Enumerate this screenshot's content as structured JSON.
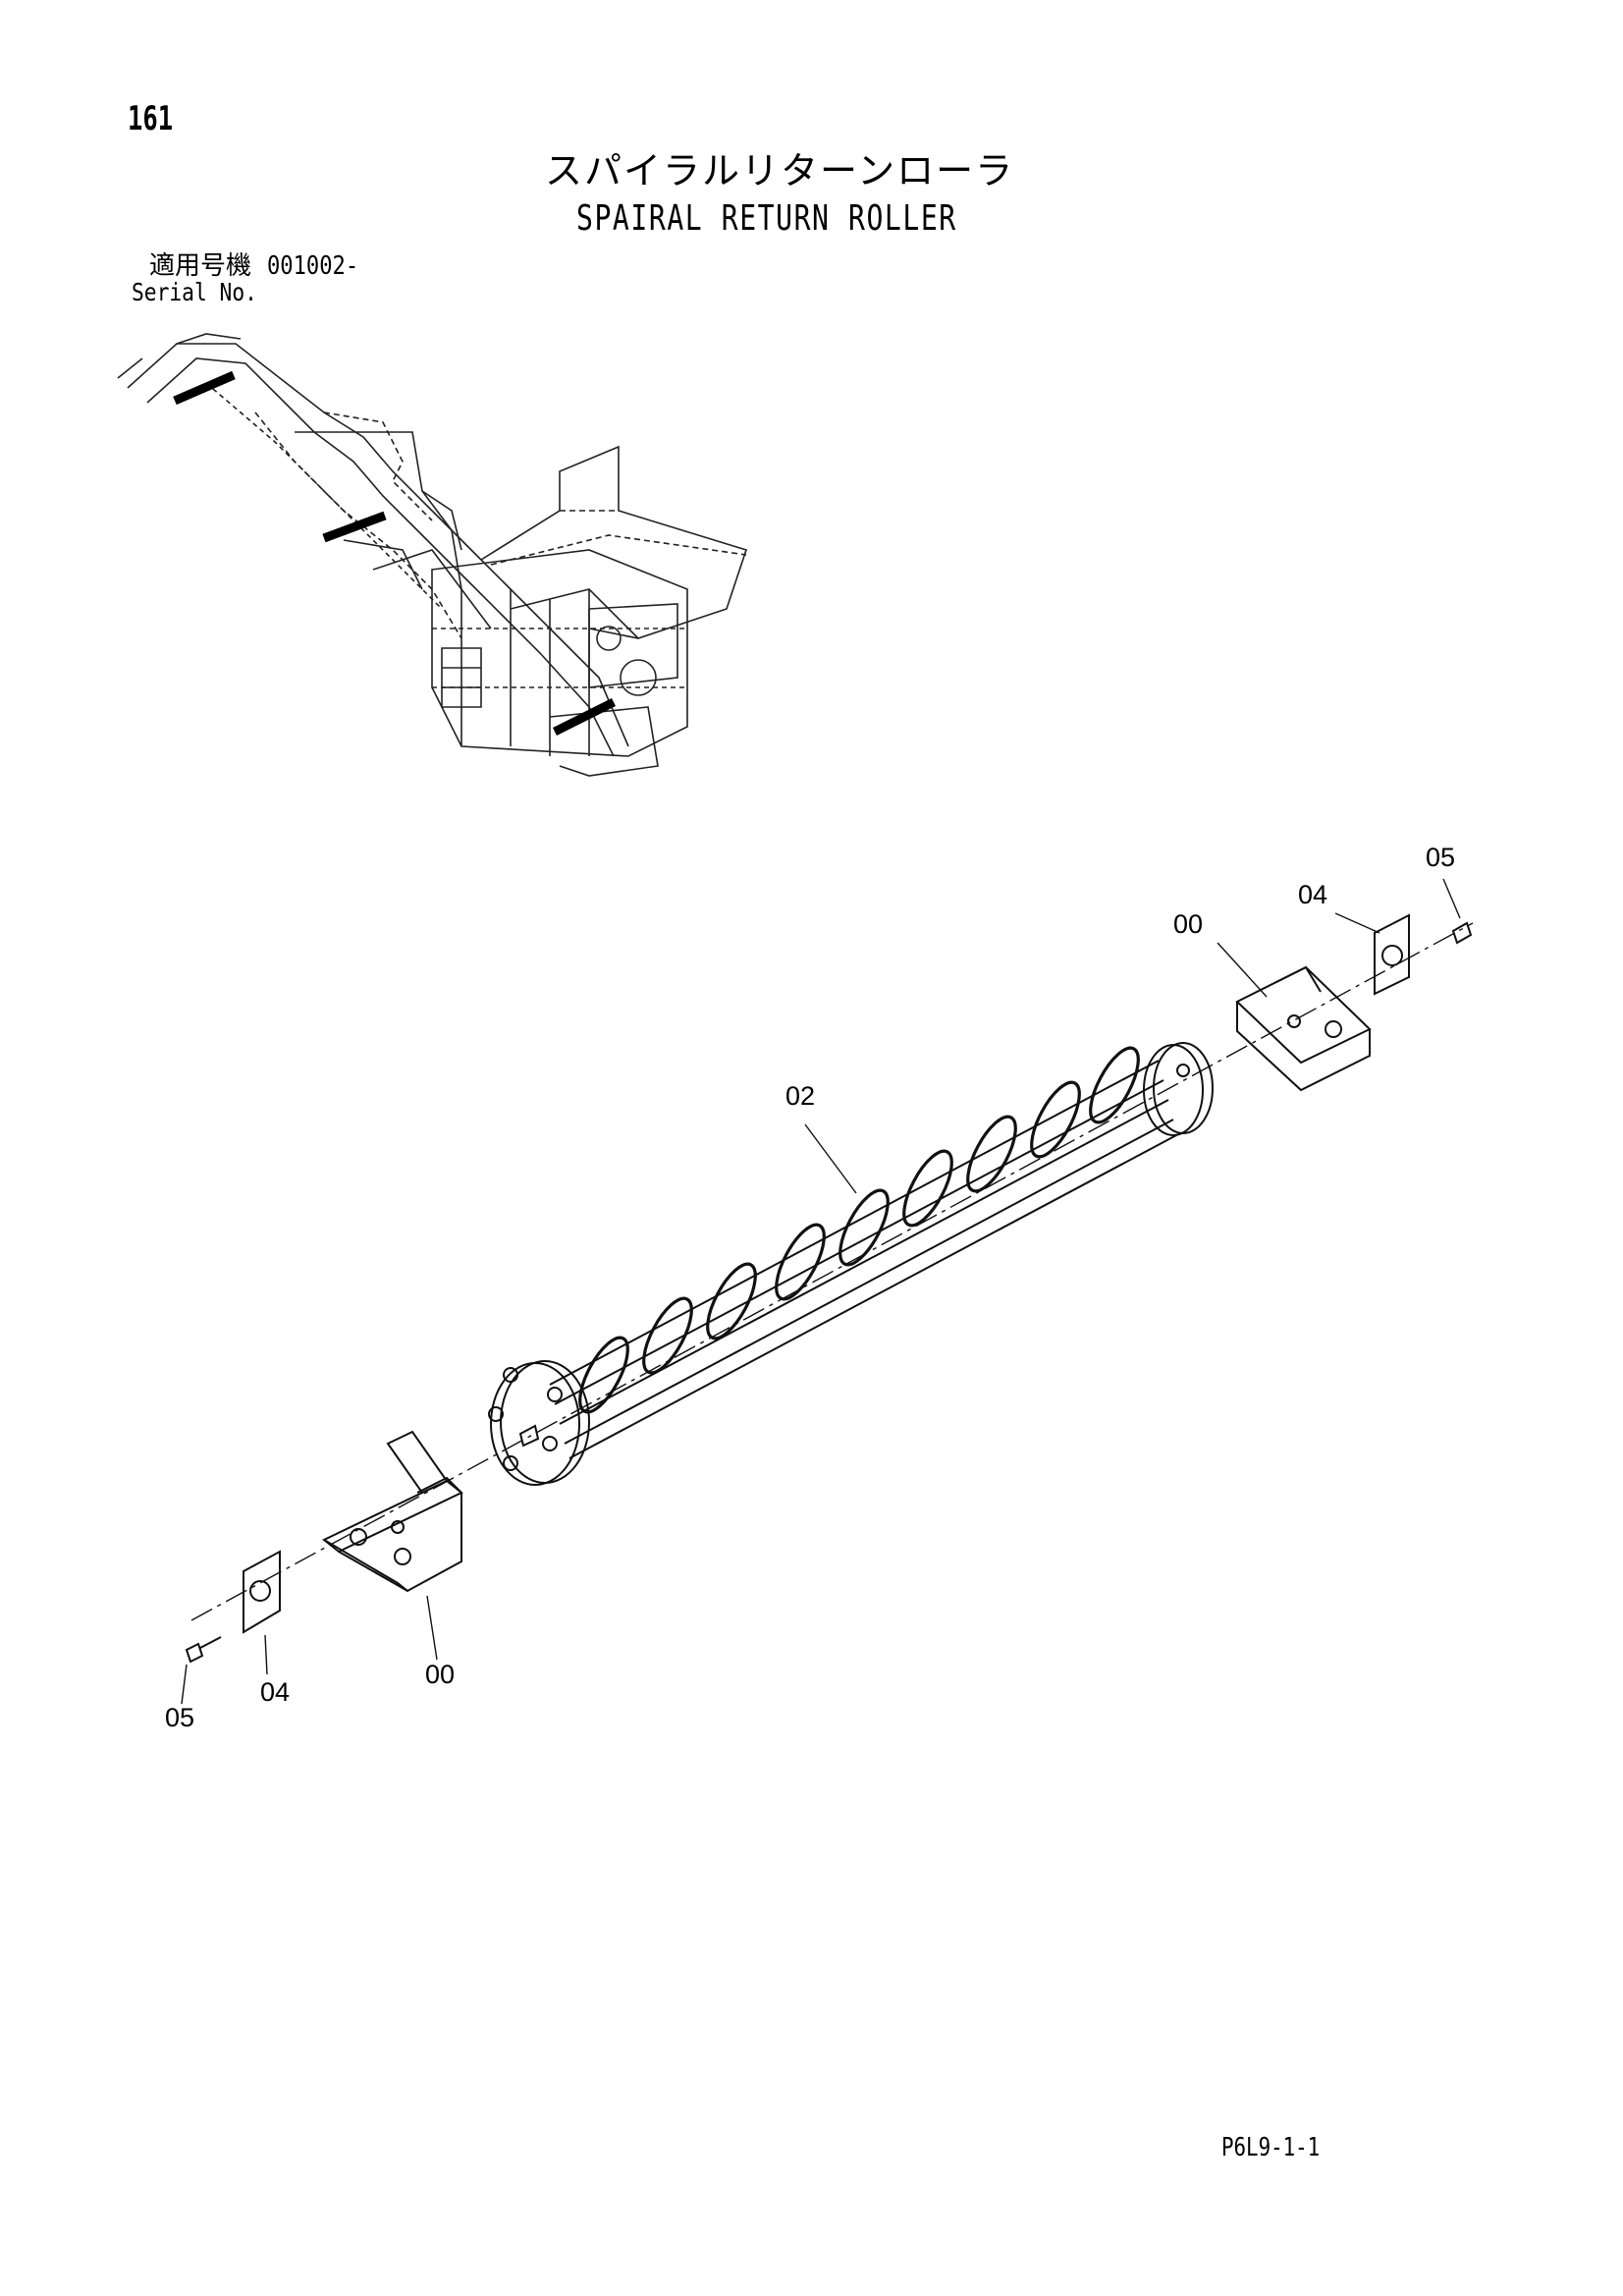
{
  "page_number": "161",
  "title_jp": "スパイラルリターンローラ",
  "title_en": "SPAIRAL RETURN ROLLER",
  "serial": {
    "label_jp": "適用号機",
    "value": "001002-",
    "label_en": "Serial No."
  },
  "callouts": {
    "top_bolt": "05",
    "top_plate": "04",
    "top_bracket": "00",
    "roller": "02",
    "bottom_bracket": "00",
    "bottom_plate": "04",
    "bottom_bolt": "05"
  },
  "footer_code": "P6L9-1-1"
}
